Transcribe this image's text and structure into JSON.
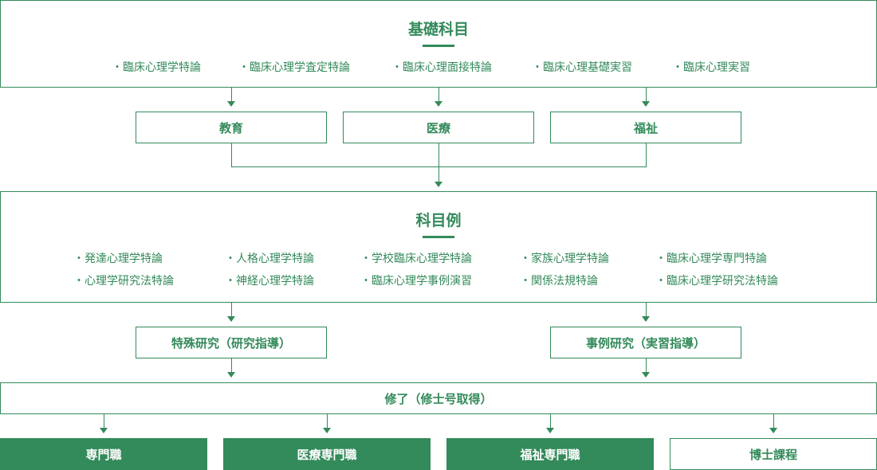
{
  "basic": {
    "title": "基礎科目",
    "items": [
      "臨床心理学特論",
      "臨床心理学査定特論",
      "臨床心理面接特論",
      "臨床心理基礎実習",
      "臨床心理実習"
    ]
  },
  "fields": [
    "教育",
    "医療",
    "福祉"
  ],
  "examples": {
    "title": "科目例",
    "items": [
      "発達心理学特論",
      "人格心理学特論",
      "学校臨床心理学特論",
      "家族心理学特論",
      "臨床心理学専門特論",
      "心理学研究法特論",
      "神経心理学特論",
      "臨床心理学事例演習",
      "関係法規特論",
      "臨床心理学研究法特論"
    ]
  },
  "research": [
    "特殊研究（研究指導）",
    "事例研究（実習指導）"
  ],
  "completion": "修了（修士号取得）",
  "outcomes": [
    "専門職",
    "医療専門職",
    "福祉専門職",
    "博士課程"
  ],
  "colors": {
    "accent": "#338a5a"
  }
}
